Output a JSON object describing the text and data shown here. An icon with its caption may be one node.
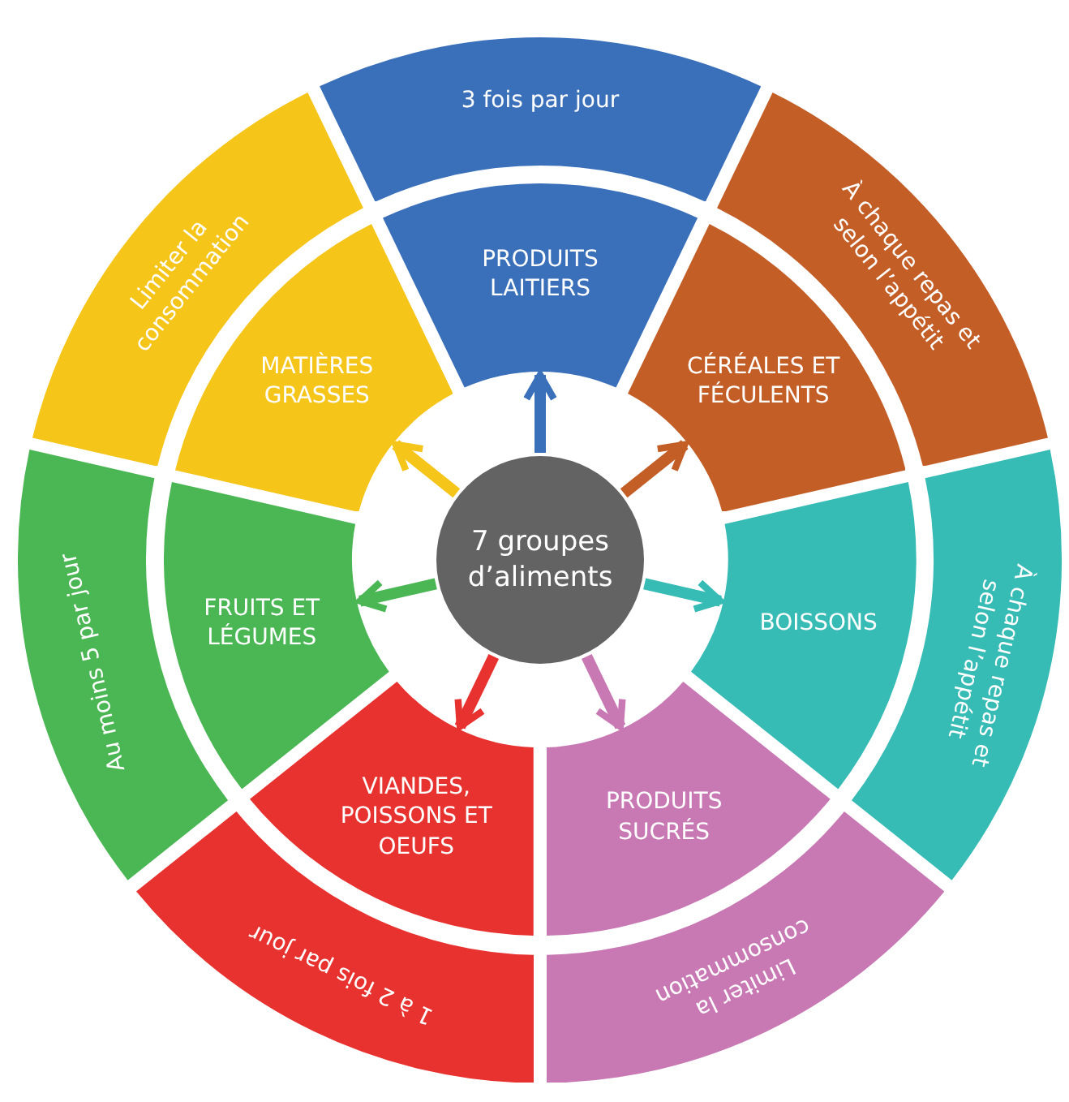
{
  "diagram": {
    "nodes": [
      {
        "text": [
          "7 groupes d’aliments"
        ]
      },
      {
        "text": [
          "PRODUITS LAITIERS"
        ]
      },
      {
        "text": [
          "3 fois par jour"
        ]
      },
      {
        "text": [
          "CÉRÉALES ET FÉCULENTS"
        ]
      },
      {
        "text": [
          "À chaque repas et selon l’appétit"
        ]
      },
      {
        "text": [
          "BOISSONS"
        ]
      },
      {
        "text": [
          "À chaque repas et selon l’appétit"
        ]
      },
      {
        "text": [
          "PRODUITS SUCRÉS"
        ]
      },
      {
        "text": [
          "Limiter la consommation"
        ]
      },
      {
        "text": [
          "VIANDES, POISSONS ET OEUFS"
        ]
      },
      {
        "text": [
          "1 à 2 fois par jour"
        ]
      },
      {
        "text": [
          "FRUITS ET LÉGUMES"
        ]
      },
      {
        "text": [
          "Au moins 5 par jour"
        ]
      },
      {
        "text": [
          "MATIÈRES GRASSES"
        ]
      },
      {
        "text": [
          "Limiter la consommation"
        ]
      }
    ],
    "edges": [
      {
        "from": 0,
        "to": 1,
        "arrow": "to",
        "color": "#3a6fba"
      },
      {
        "from": 0,
        "to": 3,
        "arrow": "to",
        "color": "#c45e27"
      },
      {
        "from": 0,
        "to": 5,
        "arrow": "to",
        "color": "#36bbb5"
      },
      {
        "from": 0,
        "to": 7,
        "arrow": "to",
        "color": "#c879b3"
      },
      {
        "from": 0,
        "to": 9,
        "arrow": "to",
        "color": "#e8322f"
      },
      {
        "from": 0,
        "to": 11,
        "arrow": "to",
        "color": "#4bb654"
      },
      {
        "from": 0,
        "to": 13,
        "arrow": "to",
        "color": "#f6c51a"
      }
    ]
  }
}
